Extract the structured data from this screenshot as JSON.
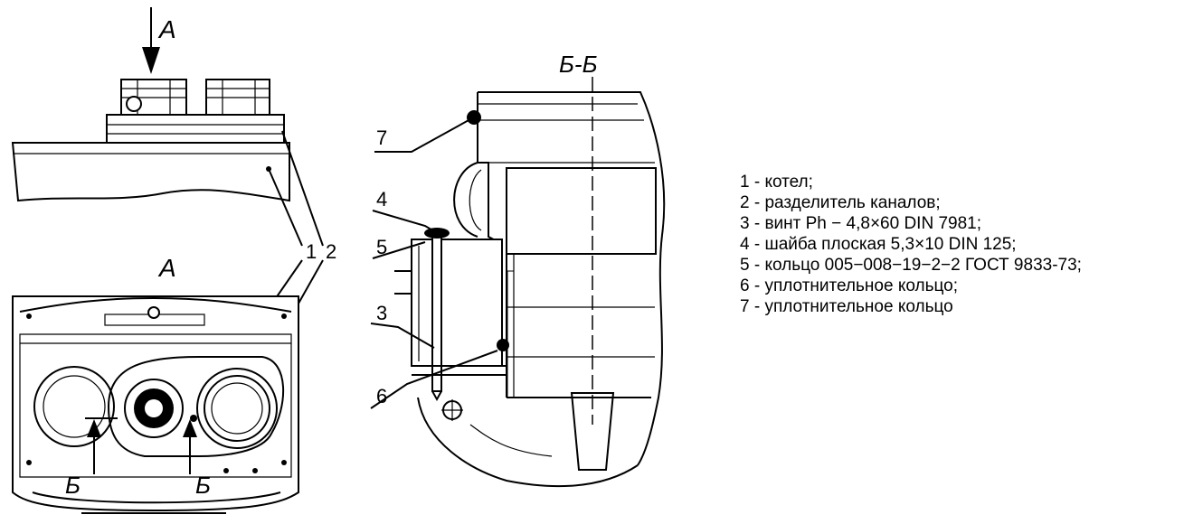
{
  "view_labels": {
    "arrow_a": "А",
    "view_a": "А",
    "section_b1": "Б",
    "section_b2": "Б",
    "section_title": "Б-Б"
  },
  "callouts": {
    "c1": "1",
    "c2": "2",
    "c3": "3",
    "c4": "4",
    "c5": "5",
    "c6": "6",
    "c7": "7"
  },
  "legend": [
    "1 - котел;",
    "2 - разделитель каналов;",
    "3 - винт Ph − 4,8×60 DIN 7981;",
    "4 - шайба плоская 5,3×10 DIN 125;",
    "5 - кольцо 005−008−19−2−2 ГОСТ 9833-73;",
    "6 - уплотнительное кольцо;",
    "7 - уплотнительное кольцо"
  ]
}
